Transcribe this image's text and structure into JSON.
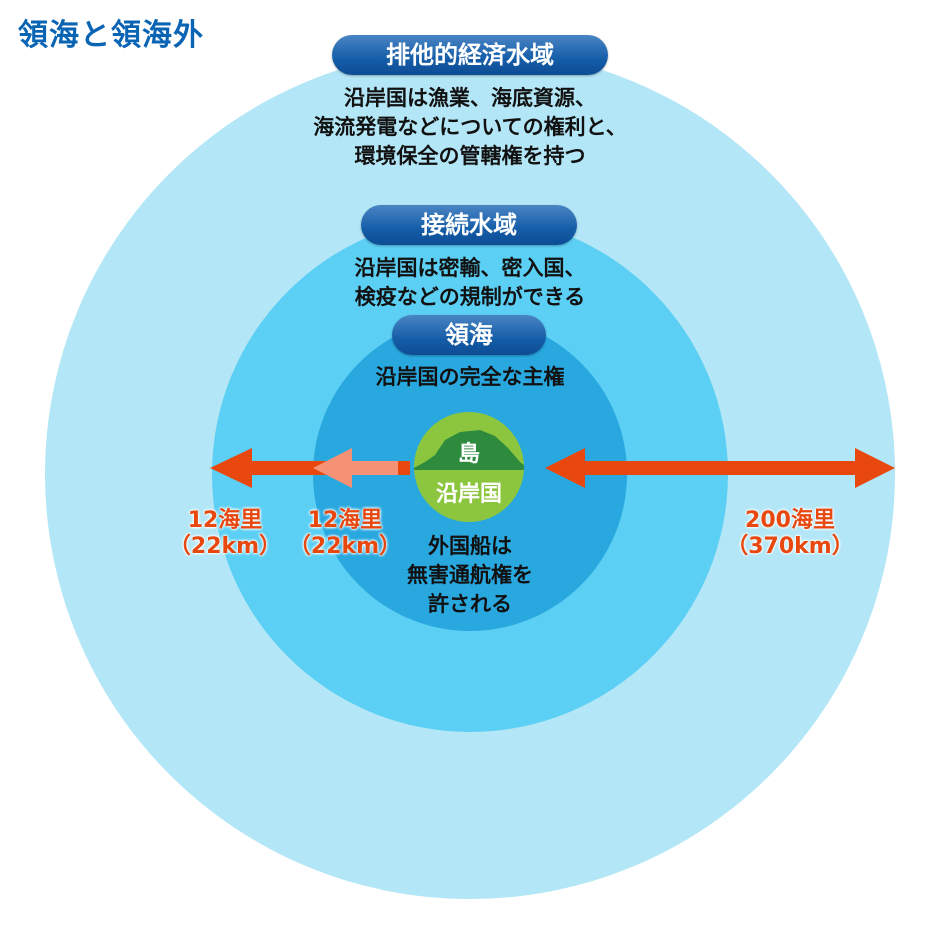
{
  "title": "領海と領海外",
  "zones": {
    "eez": {
      "name": "排他的経済水域",
      "desc": [
        "沿岸国は漁業、海底資源、",
        "海流発電などについての権利と、",
        "環境保全の管轄権を持つ"
      ]
    },
    "contiguous": {
      "name": "接続水域",
      "desc": [
        "沿岸国は密輸、密入国、",
        "検疫などの規制ができる"
      ]
    },
    "territorial": {
      "name": "領海",
      "desc": [
        "沿岸国の完全な主権"
      ],
      "note": [
        "外国船は",
        "無害通航権を",
        "許される"
      ]
    }
  },
  "island": {
    "label": "島",
    "coastal": "沿岸国"
  },
  "distances": {
    "contiguous": {
      "nm": "12海里",
      "km": "（22km）"
    },
    "territorial": {
      "nm": "12海里",
      "km": "（22km）"
    },
    "eez": {
      "nm": "200海里",
      "km": "（370km）"
    }
  },
  "colors": {
    "outer": "#b3e6f6",
    "middle": "#5ccff4",
    "inner": "#29a8e0",
    "island": "#8cc63f",
    "mountain": "#2e8b3e",
    "arrow": "#e8470e",
    "arrow_light": "#f59275",
    "title": "#0a64b4"
  }
}
